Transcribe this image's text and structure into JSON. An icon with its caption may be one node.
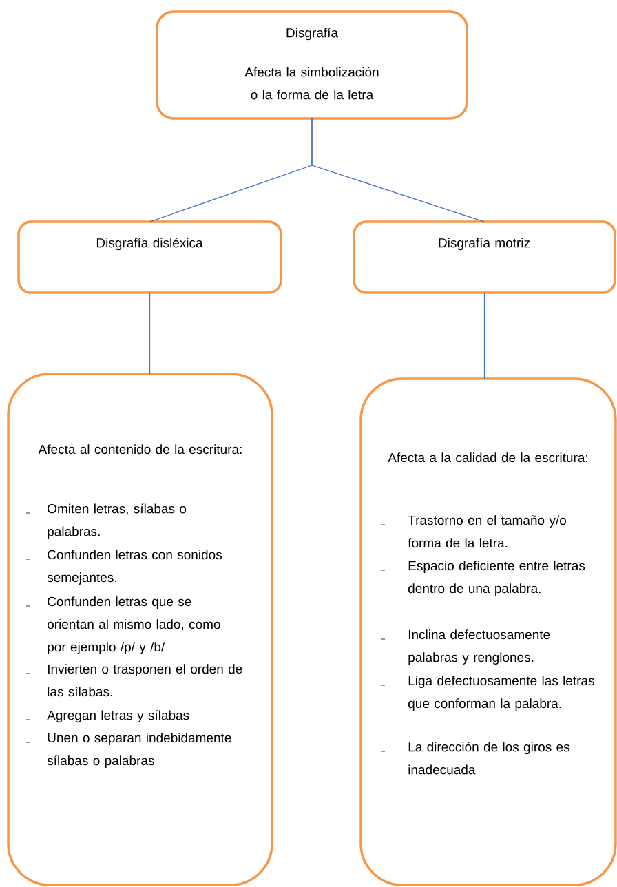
{
  "diagram": {
    "nodes": [
      {
        "text": [
          "Disgrafía",
          "Afecta la simbolización o la forma de la letra"
        ]
      },
      {
        "text": [
          "Disgrafía disléxica"
        ]
      },
      {
        "text": [
          "Disgrafía motriz"
        ]
      },
      {
        "text": [
          "Afecta al contenido de la escritura:",
          "Omiten letras, sílabas o palabras.",
          "Confunden letras con sonidos semejantes.",
          "Confunden letras que se orientan al mismo lado, como por ejemplo /p/ y /b/",
          "Invierten o trasponen el orden de las sílabas.",
          "Agregan letras y sílabas",
          "Unen o separan indebidamente sílabas o palabras"
        ]
      },
      {
        "text": [
          "Afecta a la calidad de la escritura:",
          "Trastorno en el tamaño y/o forma de la letra.",
          "Espacio deficiente entre letras dentro de una palabra.",
          "Inclina defectuosamente palabras y renglones.",
          "Liga defectuosamente las letras que conforman la palabra.",
          "La dirección de los giros es inadecuada"
        ]
      }
    ],
    "edges": [
      {
        "from": 0,
        "to": 1,
        "arrow": "none"
      },
      {
        "from": 0,
        "to": 2,
        "arrow": "none"
      },
      {
        "from": 1,
        "to": 3,
        "arrow": "none"
      },
      {
        "from": 2,
        "to": 4,
        "arrow": "none"
      }
    ]
  }
}
